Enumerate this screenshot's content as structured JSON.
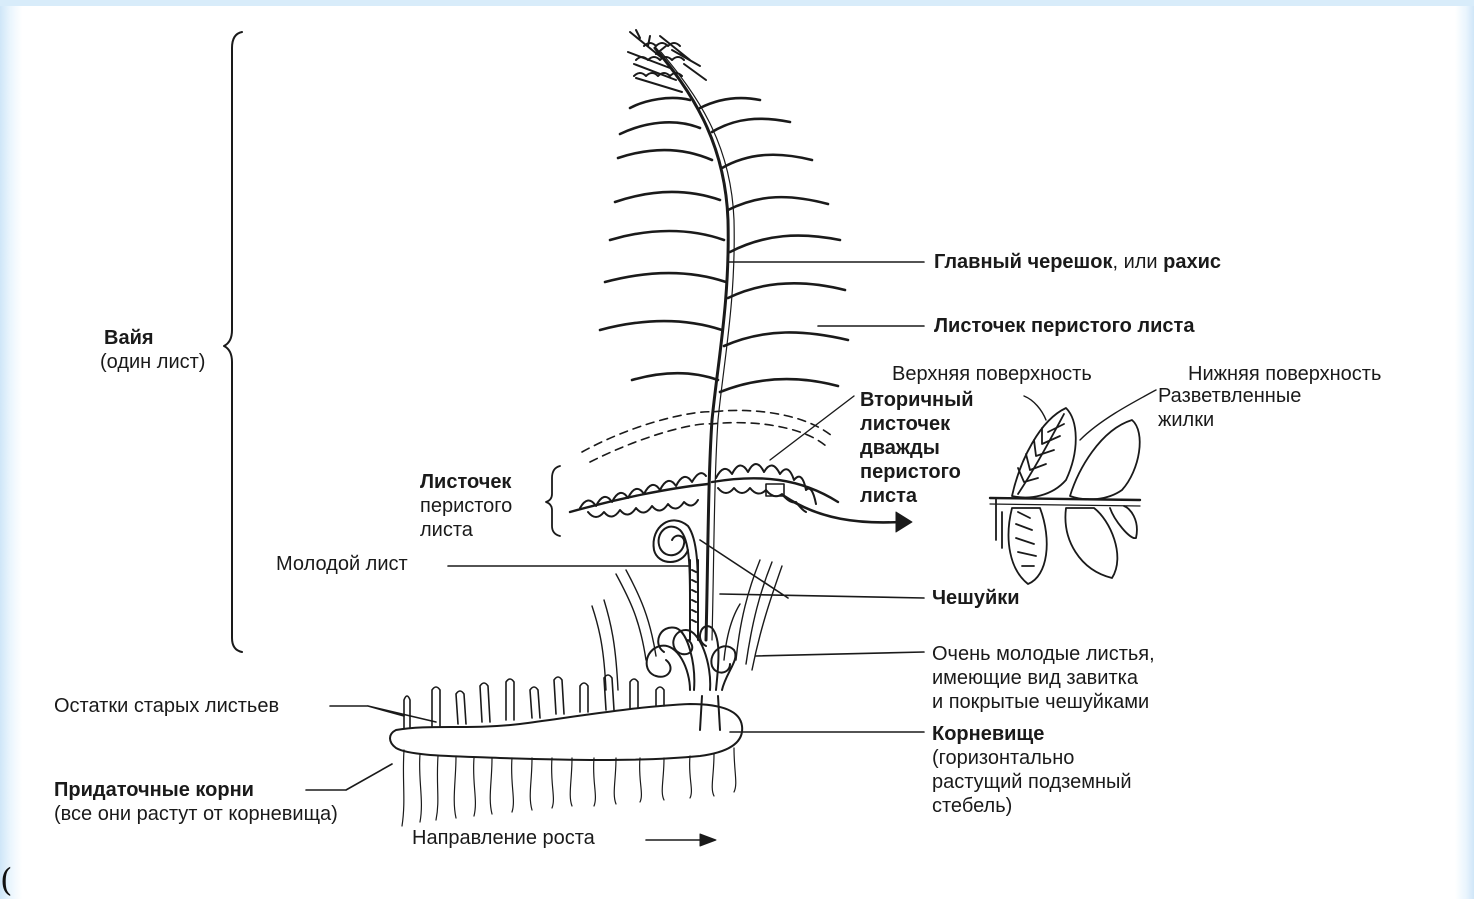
{
  "labels": {
    "vaya": "Вайя",
    "vaya_sub": "(один лист)",
    "rachis_bold": "Главный черешок",
    "rachis_mid": ", или ",
    "rachis_bold2": "рахис",
    "pinna_top": "Листочек перистого листа",
    "upper_surface": "Верхняя поверхность",
    "lower_surface": "Нижняя поверхность",
    "branched_veins_1": "Разветвленные",
    "branched_veins_2": "жилки",
    "secondary_1": "Вторичный",
    "secondary_2": "листочек",
    "secondary_3": "дважды",
    "secondary_4": "перистого",
    "secondary_5": "листа",
    "pinna_left_1": "Листочек",
    "pinna_left_2": "перистого",
    "pinna_left_3": "листа",
    "young_leaf": "Молодой лист",
    "scales": "Чешуйки",
    "very_young_1": "Очень молодые листья,",
    "very_young_2": "имеющие вид завитка",
    "very_young_3": "и покрытые чешуйками",
    "old_leaves": "Остатки старых листьев",
    "rhizome": "Корневище",
    "rhizome_1": "(горизонтально",
    "rhizome_2": "растущий подземный",
    "rhizome_3": "стебель)",
    "roots": "Придаточные корни",
    "roots_sub": "(все они растут от корневища)",
    "growth_dir": "Направление роста",
    "corner": "("
  },
  "colors": {
    "ink": "#1a1a1a",
    "frame": "#d8ecfa"
  }
}
